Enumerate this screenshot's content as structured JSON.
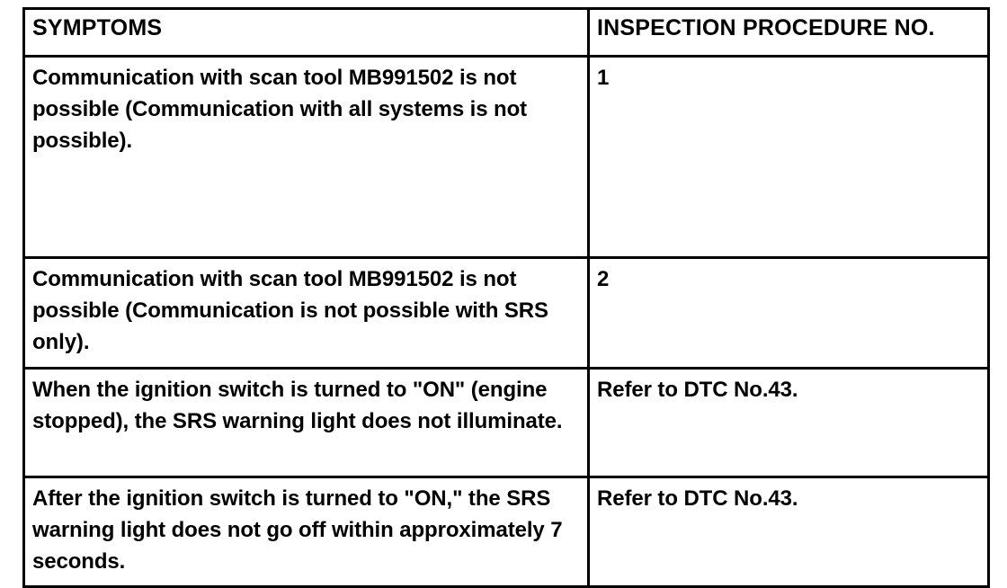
{
  "document": {
    "kind": "service-manual-symptom-chart",
    "background_color": "#ffffff",
    "ink_color": "#000000"
  },
  "table": {
    "headers": [
      "SYMPTOMS",
      "INSPECTION PROCEDURE NO."
    ],
    "rows": [
      {
        "symptom": "Communication with scan tool MB991502 is not possible (Communication with all systems is not possible).",
        "procedure": "1"
      },
      {
        "symptom": "Communication with scan tool MB991502 is not possible (Communication is not possible with SRS only).",
        "procedure": "2"
      },
      {
        "symptom": "When the ignition switch is turned to \"ON\" (engine stopped), the SRS warning light does not illuminate.",
        "procedure": "Refer to DTC No.43."
      },
      {
        "symptom": "After the ignition switch is turned to \"ON,\" the SRS warning light does not go off within approximately 7 seconds.",
        "procedure": "Refer to DTC No.43."
      }
    ]
  }
}
